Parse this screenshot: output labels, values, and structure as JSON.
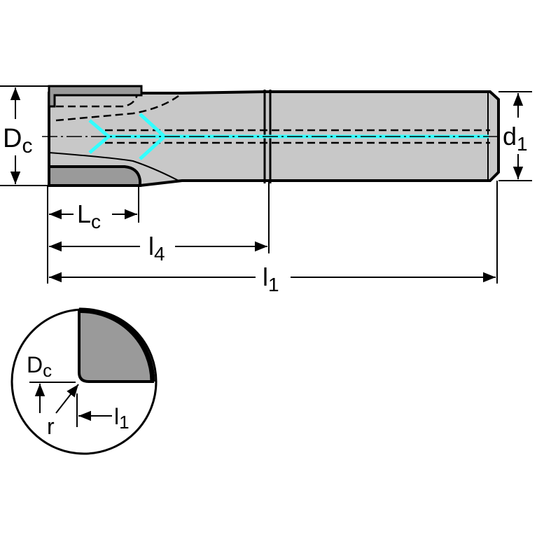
{
  "drawing": {
    "colors": {
      "body": "#c8c8c8",
      "insert": "#9a9a9a",
      "coolant": "#33ffff",
      "line": "#000000"
    },
    "labels": {
      "dc": {
        "main": "D",
        "sub": "c"
      },
      "d1": {
        "main": "d",
        "sub": "1"
      },
      "lc": {
        "main": "L",
        "sub": "c"
      },
      "l4": {
        "main": "l",
        "sub": "4"
      },
      "l1": {
        "main": "l",
        "sub": "1"
      }
    },
    "detail": {
      "dc": {
        "main": "D",
        "sub": "c"
      },
      "r": "r",
      "l1": {
        "main": "l",
        "sub": "1"
      }
    }
  }
}
